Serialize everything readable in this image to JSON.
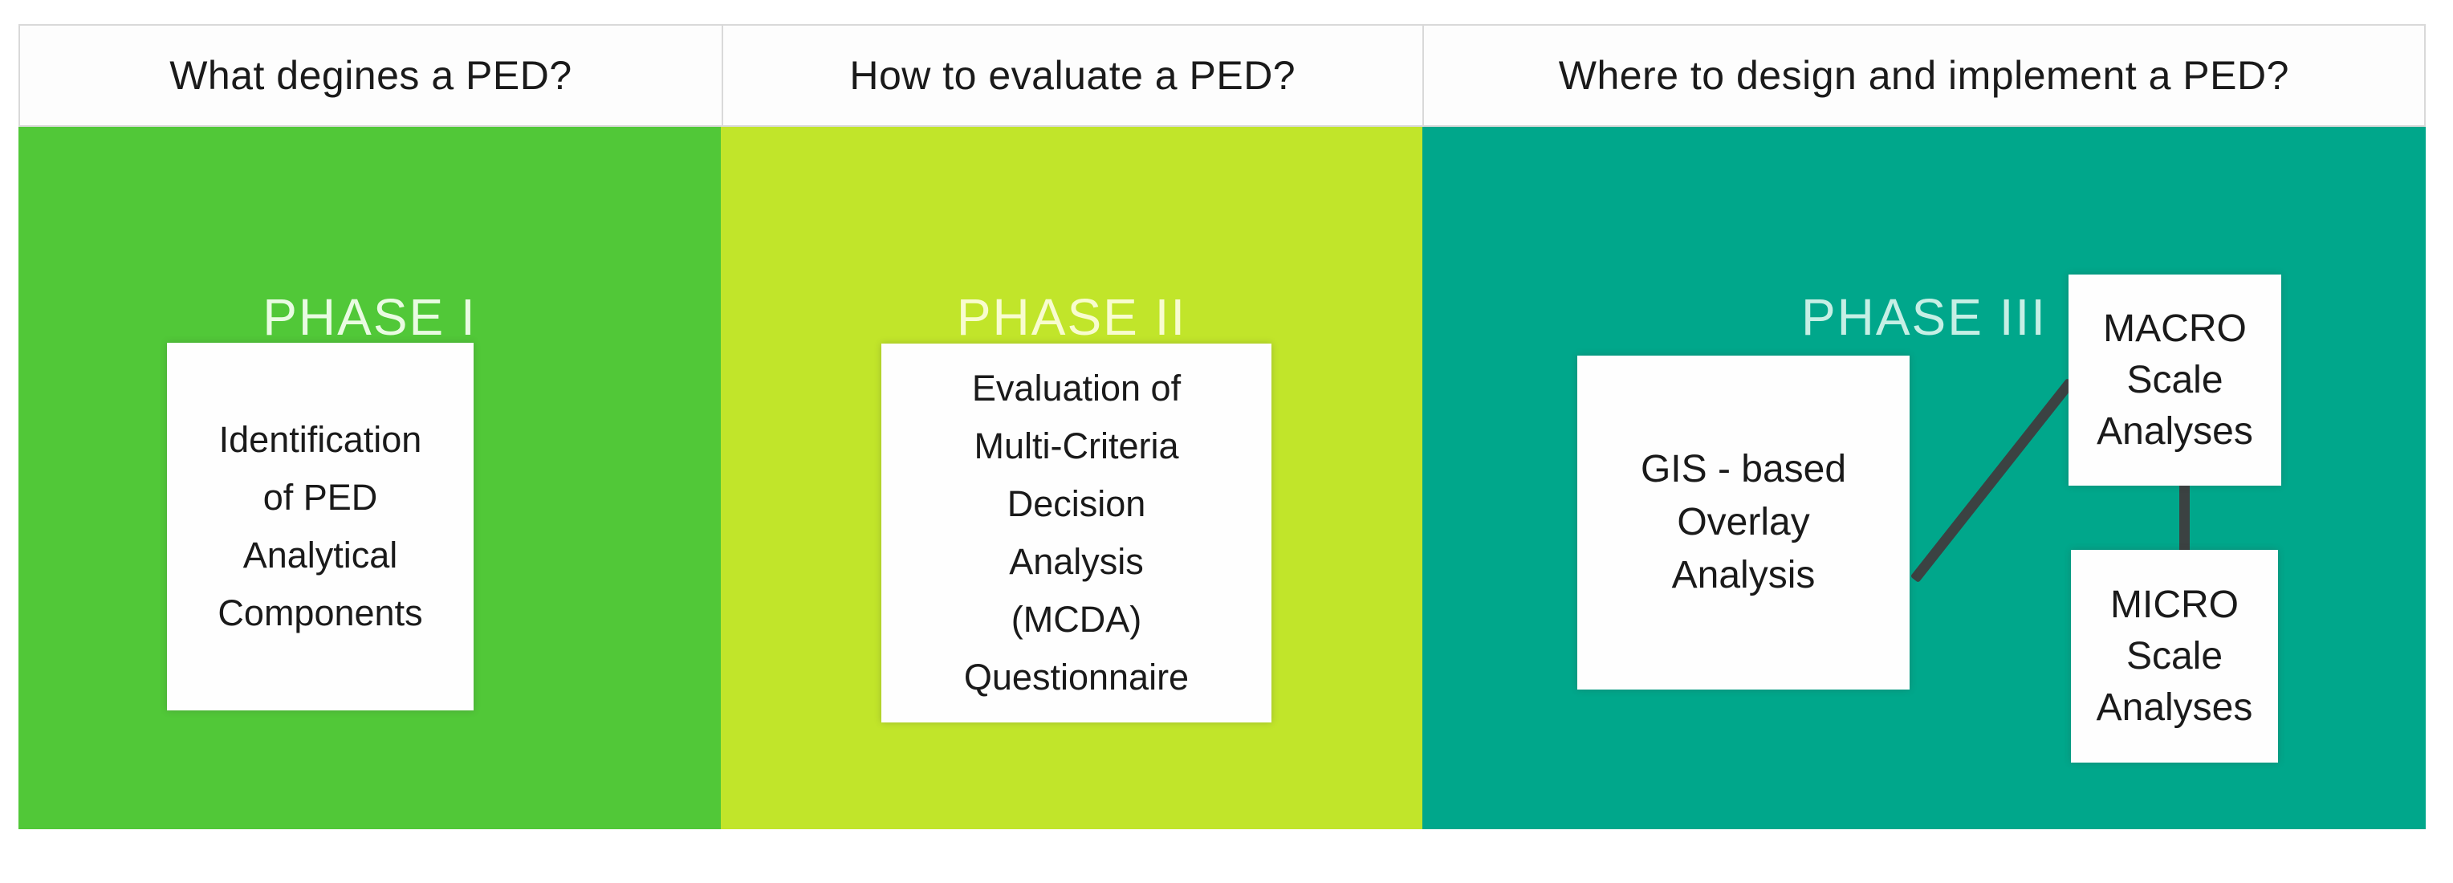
{
  "diagram_title": "PED three-phase methodology diagram",
  "connector_color": "#3B4242",
  "columns": [
    {
      "question": "What degines a PED?",
      "phase": "PHASE I",
      "panel_color": "#51C838",
      "phase_color": "#E9FBE2",
      "box": "Identification\nof PED\nAnalytical\nComponents"
    },
    {
      "question": "How to evaluate a PED?",
      "phase": "PHASE II",
      "panel_color": "#C1E52A",
      "phase_color": "#F8FCCF",
      "box": "Evaluation of\nMulti-Criteria\nDecision\nAnalysis\n(MCDA)\nQuestionnaire"
    },
    {
      "question": "Where to design and implement a PED?",
      "phase": "PHASE III",
      "panel_color": "#00A78B",
      "phase_color": "#C6EFE5",
      "boxes": {
        "gis": "GIS - based\nOverlay\nAnalysis",
        "macro": "MACRO\nScale\nAnalyses",
        "micro": "MICRO\nScale\nAnalyses"
      }
    }
  ]
}
